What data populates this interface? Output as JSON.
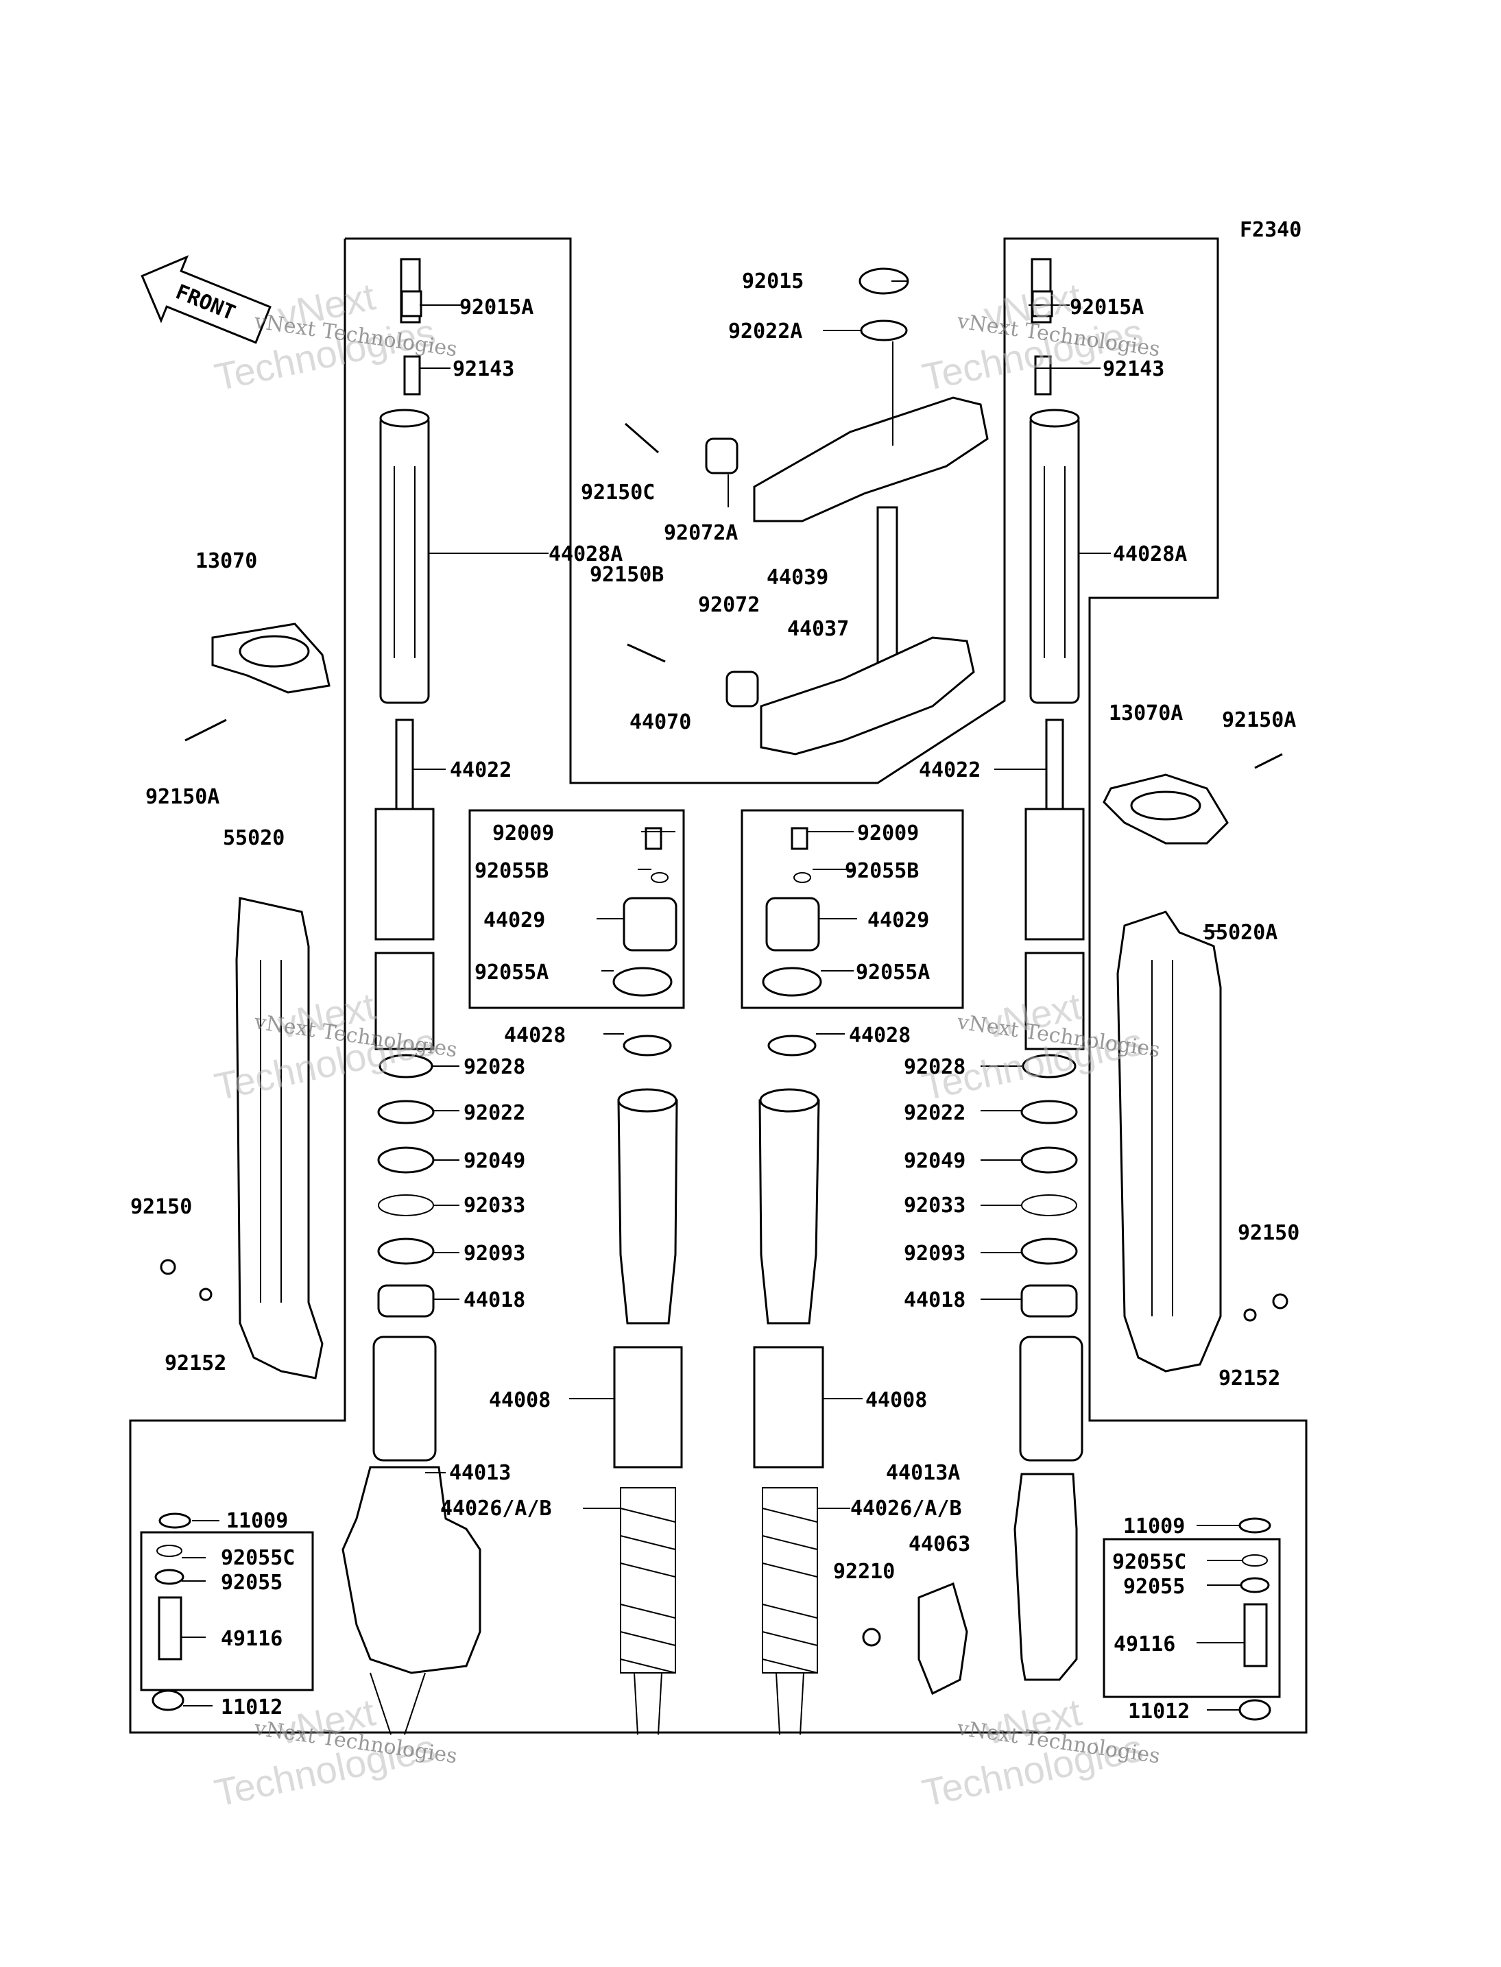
{
  "figure_code": "F2340",
  "front_label": "FRONT",
  "watermark": {
    "line1": "vNext",
    "line2": "Technologies",
    "small": "vNext Technologies"
  },
  "parts": {
    "p92015A_l": "92015A",
    "p92143_l": "92143",
    "p44028A_l": "44028A",
    "p13070": "13070",
    "p92150A_l": "92150A",
    "p44022_l": "44022",
    "p55020": "55020",
    "p92150_l": "92150",
    "p92152_l": "92152",
    "p92028_l": "92028",
    "p92022_l": "92022",
    "p92049_l": "92049",
    "p92033_l": "92033",
    "p92093_l": "92093",
    "p44018_l": "44018",
    "p44013": "44013",
    "p11009_l": "11009",
    "p92055C_l": "92055C",
    "p92055_l": "92055",
    "p49116_l": "49116",
    "p11012_l": "11012",
    "p92015": "92015",
    "p92022A": "92022A",
    "p92150C": "92150C",
    "p92072A": "92072A",
    "p44039": "44039",
    "p92150B": "92150B",
    "p92072": "92072",
    "p44037": "44037",
    "p44070": "44070",
    "p92009_l": "92009",
    "p92055B_l": "92055B",
    "p44029_l": "44029",
    "p92055A_l": "92055A",
    "p44028_l": "44028",
    "p92009_r": "92009",
    "p92055B_r": "92055B",
    "p44029_r": "44029",
    "p92055A_r": "92055A",
    "p44028_r": "44028",
    "p44008_l": "44008",
    "p44008_r": "44008",
    "p44026_l": "44026/A/B",
    "p44026_r": "44026/A/B",
    "p44063": "44063",
    "p92210": "92210",
    "p92015A_r": "92015A",
    "p92143_r": "92143",
    "p44028A_r": "44028A",
    "p13070A": "13070A",
    "p92150A_r": "92150A",
    "p44022_r": "44022",
    "p55020A": "55020A",
    "p92150_r": "92150",
    "p92152_r": "92152",
    "p92028_r": "92028",
    "p92022_r": "92022",
    "p92049_r": "92049",
    "p92033_r": "92033",
    "p92093_r": "92093",
    "p44018_r": "44018",
    "p44013A": "44013A",
    "p11009_r": "11009",
    "p92055C_r": "92055C",
    "p92055_r": "92055",
    "p49116_r": "49116",
    "p11012_r": "11012"
  }
}
